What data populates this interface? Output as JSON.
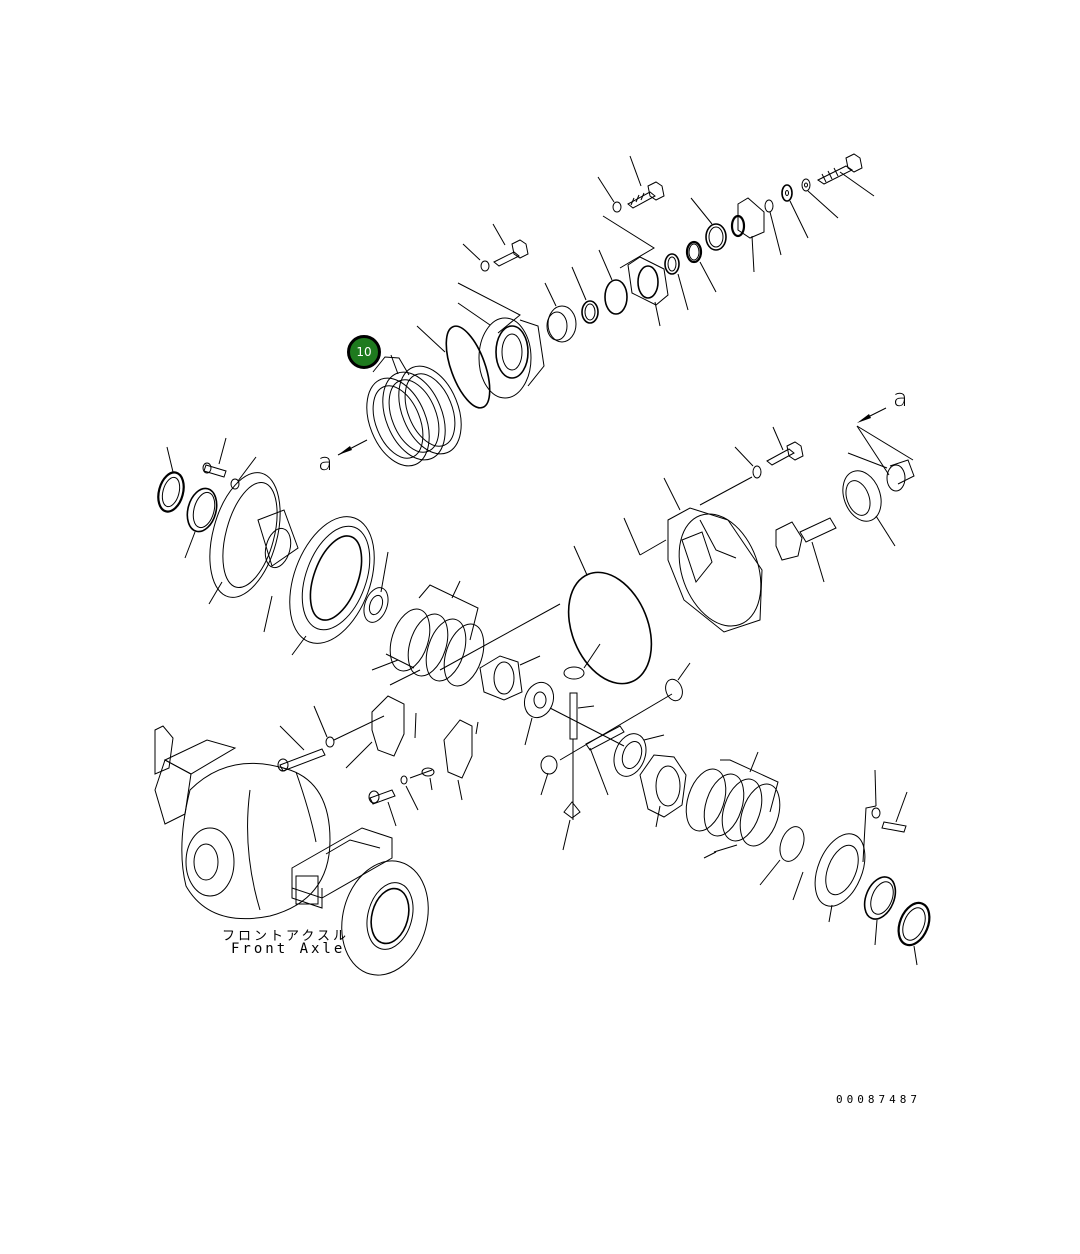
{
  "diagram": {
    "type": "exploded-parts-diagram",
    "subject": "Front axle differential assembly",
    "caption_jp": "フロントアクスル",
    "caption_en": "Front Axle",
    "drawing_number": "00087487",
    "view_markers": [
      "a",
      "a"
    ],
    "callouts": [
      {
        "number": "10",
        "color": "#1e7a1e",
        "target": "brake-disc-plates"
      }
    ]
  },
  "colors": {
    "background": "#ffffff",
    "line": "#000000",
    "badge_fill": "#1e7a1e",
    "badge_text": "#ffffff"
  }
}
